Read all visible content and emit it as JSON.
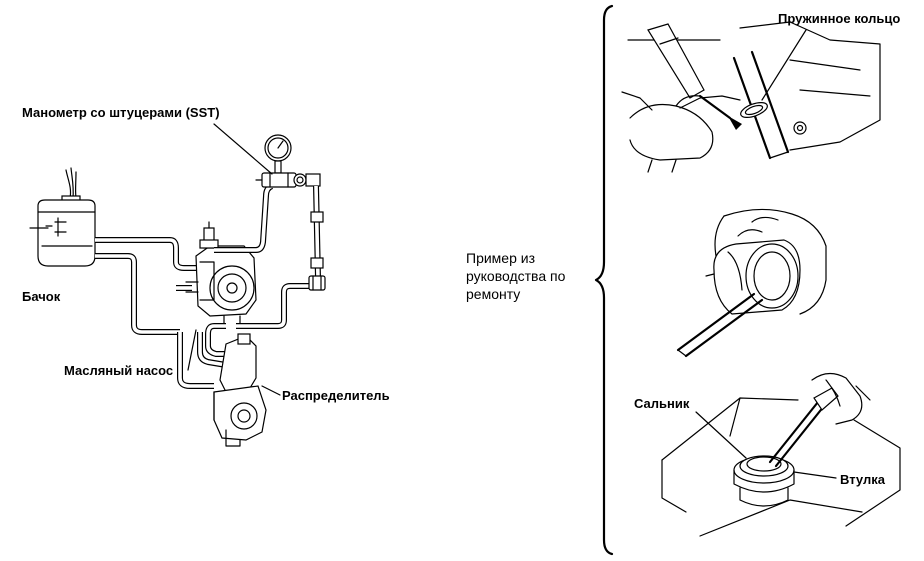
{
  "left_diagram": {
    "labels": {
      "gauge": "Манометр со штуцерами (SST)",
      "reservoir": "Бачок",
      "pump": "Масляный насос",
      "distributor": "Распределитель"
    }
  },
  "side_caption": "Пример из руководства по ремонту",
  "right_illustrations": {
    "labels": {
      "snap_ring": "Пружинное кольцо",
      "oil_seal": "Сальник",
      "bushing": "Втулка"
    }
  }
}
